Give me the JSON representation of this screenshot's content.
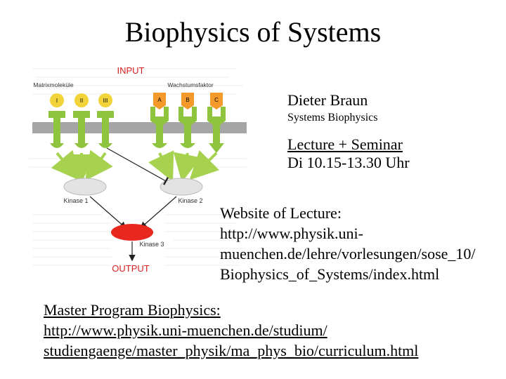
{
  "slide": {
    "title": "Biophysics of Systems",
    "author": "Dieter Braun",
    "subtitle": "Systems Biophysics",
    "lecture_label": "Lecture + Seminar",
    "lecture_time": "Di 10.15-13.30 Uhr",
    "website_label": "Website of Lecture:",
    "website_url_lines": [
      "http://www.physik.uni-",
      "muenchen.de/lehre/vorlesungen/sose_10/",
      "Biophysics_of_Systems/index.html"
    ],
    "master_label": "Master Program Biophysics:",
    "master_url_lines": [
      "http://www.physik.uni-muenchen.de/studium/",
      "studiengaenge/master_physik/ma_phys_bio/curriculum.html"
    ]
  },
  "diagram": {
    "input_label": "INPUT",
    "output_label": "OUTPUT",
    "matrix_label": "Matrixmoleküle",
    "growth_label": "Wachstumsfaktor",
    "receptor_labels": [
      "I",
      "II",
      "III",
      "A",
      "B",
      "C"
    ],
    "kinase1_label": "Kinase 1",
    "kinase2_label": "Kinase 2",
    "kinase3_label": "Kinase 3",
    "colors": {
      "membrane": "#a6a6a6",
      "receptor": "#8fc43f",
      "ligand_yellow": "#f2d43a",
      "ligand_orange": "#f39a2b",
      "kinase_grey": "#e3e3e3",
      "kinase3_red": "#e8281e",
      "arrow_green": "#a6d24f",
      "label_red": "#d62020"
    }
  }
}
